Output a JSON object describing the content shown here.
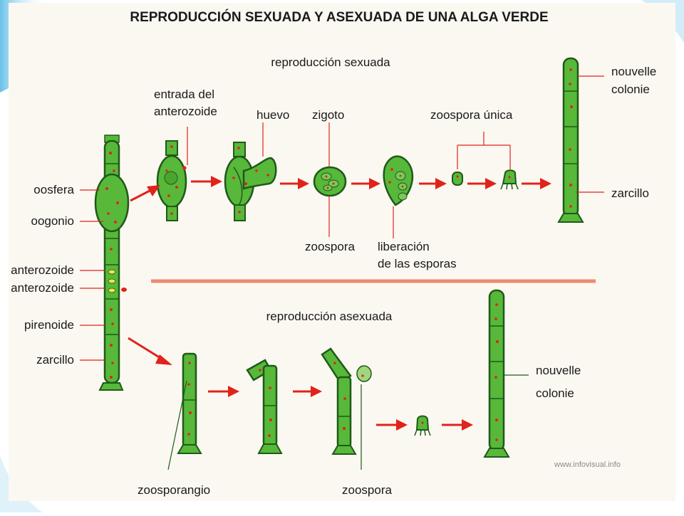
{
  "title": "REPRODUCCIÓN SEXUADA Y ASEXUADA DE UNA ALGA VERDE",
  "sections": {
    "sexual": "reproducción sexuada",
    "asexual": "reproducción asexuada"
  },
  "left_labels": {
    "oosfera": "oosfera",
    "oogonio": "oogonio",
    "anterozoide_1": "anterozoide",
    "anterozoide_2": "anterozoide",
    "pirenoide": "pirenoide",
    "zarcillo": "zarcillo"
  },
  "sexual_labels": {
    "entrada_1": "entrada del",
    "entrada_2": "anterozoide",
    "huevo": "huevo",
    "zigoto": "zigoto",
    "zoospora_unica": "zoospora única",
    "zoospora": "zoospora",
    "liberacion_1": "liberación",
    "liberacion_2": "de las esporas",
    "nouvelle_1": "nouvelle",
    "nouvelle_2": "colonie",
    "zarcillo": "zarcillo"
  },
  "asexual_labels": {
    "zoosporangio": "zoosporangio",
    "zoospora": "zoospora",
    "nouvelle_1": "nouvelle",
    "nouvelle_2": "colonie"
  },
  "watermark": "www.infovisual.info",
  "colors": {
    "fill": "#57b83a",
    "outline": "#1f5a18",
    "dot": "#e0231b",
    "arrow": "#e0231b",
    "divider": "#ee8a6e",
    "leader": "#e0231b",
    "panel": "#fbf8f1"
  }
}
